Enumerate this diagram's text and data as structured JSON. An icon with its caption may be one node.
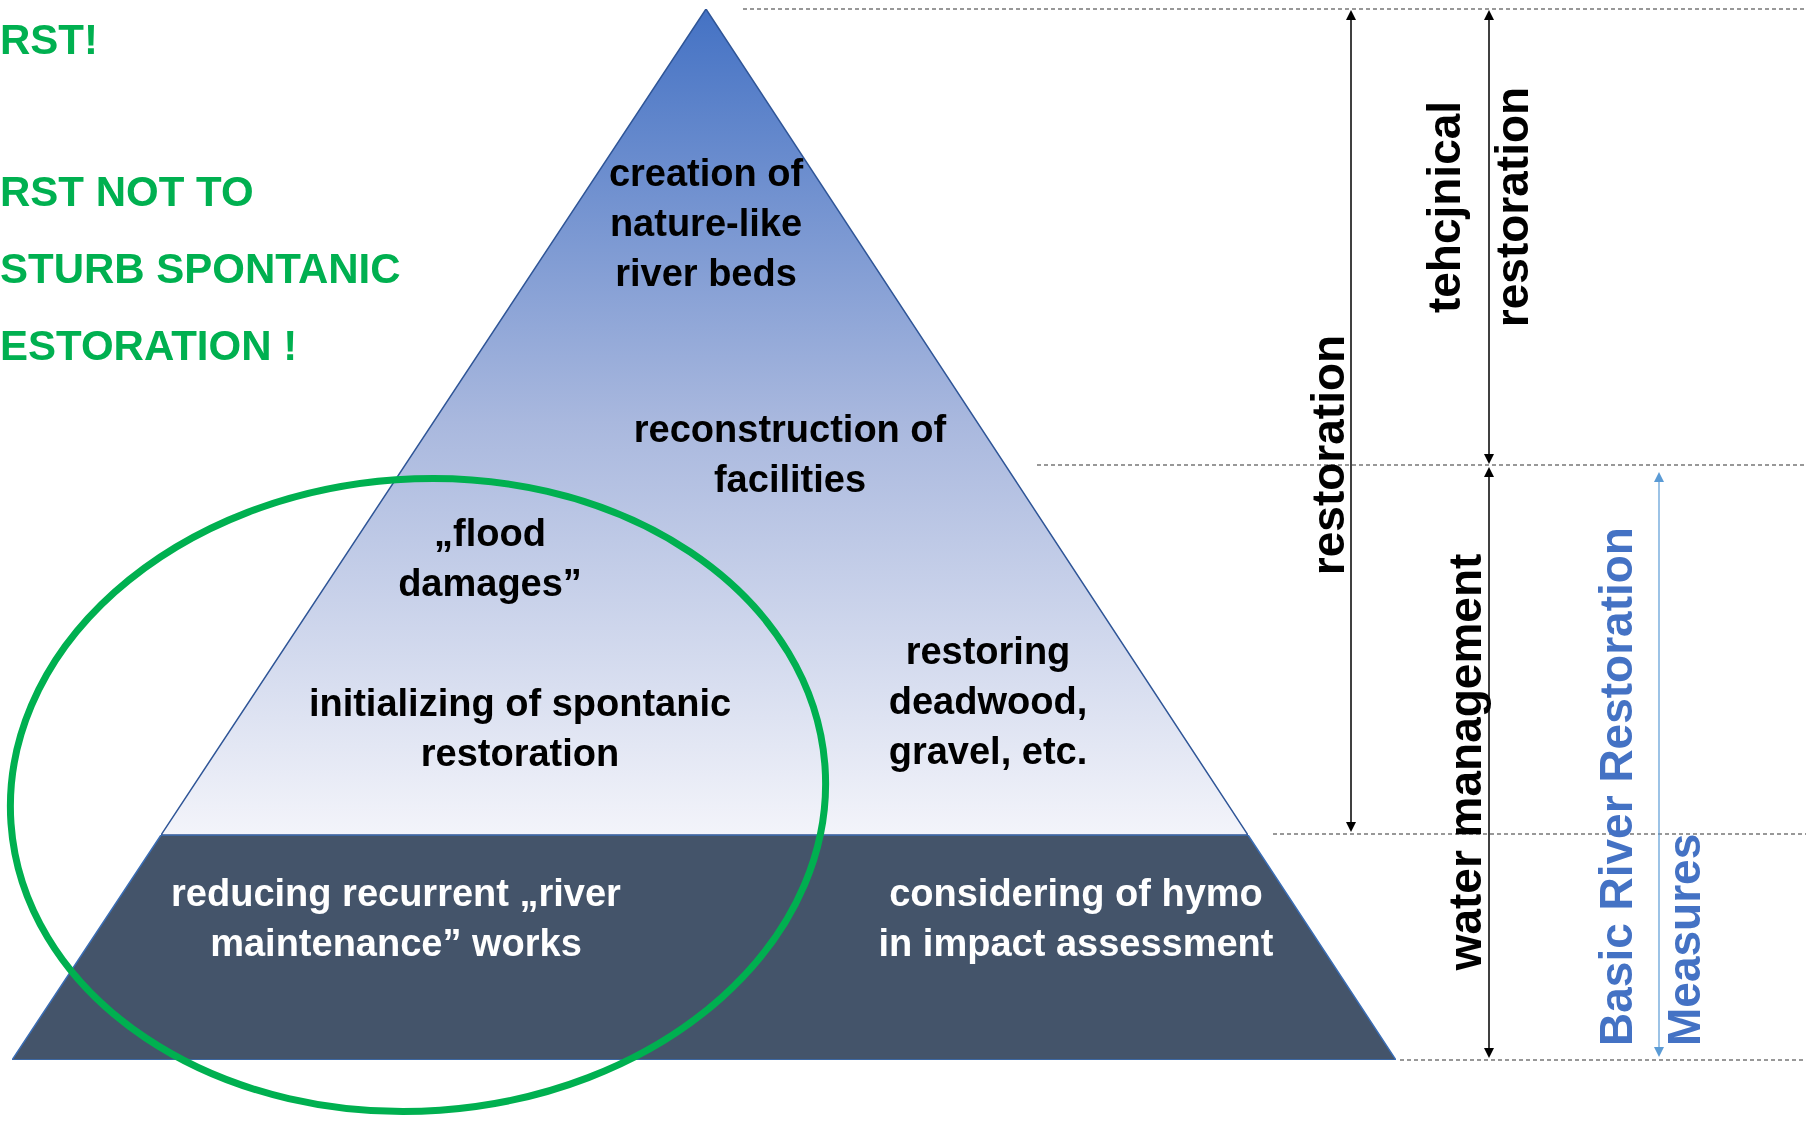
{
  "diagram": {
    "nodes": [
      {
        "text": [
          "creation of nature-like river beds",
          "reconstruction of facilities",
          "„flood damages”",
          "initializing of spontanic restoration",
          "restoring deadwood, gravel, etc."
        ]
      },
      {
        "text": [
          "reducing recurrent „river maintenance” works",
          "considering of hymo in impact assessment"
        ]
      }
    ],
    "labels": [
      "RST!",
      "RST NOT TO",
      "STURB SPONTANIC",
      "ESTORATION !",
      "restoration",
      "tehcjnical restoration",
      "water management",
      "Basic River Restoration Measures"
    ]
  }
}
